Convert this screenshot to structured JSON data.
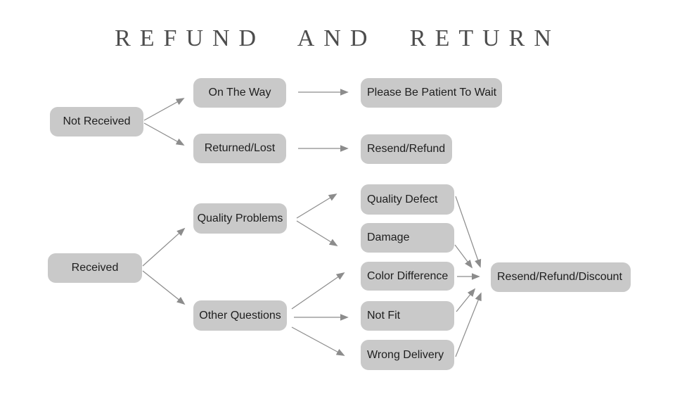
{
  "title": "REFUND AND RETURN",
  "colors": {
    "background": "#ffffff",
    "box_fill": "#c9c9c9",
    "box_text": "#1e1e1e",
    "arrow": "#8c8c8c",
    "title_text": "#4d4d4d"
  },
  "nodes": {
    "not_received": "Not Received",
    "received": "Received",
    "on_the_way": "On The Way",
    "returned_lost": "Returned/Lost",
    "quality_problems": "Quality Problems",
    "other_questions": "Other Questions",
    "please_be_patient": "Please Be Patient To Wait",
    "resend_refund": "Resend/Refund",
    "quality_defect": "Quality Defect",
    "damage": "Damage",
    "color_difference": "Color Difference",
    "not_fit": "Not Fit",
    "wrong_delivery": "Wrong Delivery",
    "resend_refund_discount": "Resend/Refund/Discount"
  },
  "edges": [
    {
      "from": "Not Received",
      "to": "On The Way"
    },
    {
      "from": "Not Received",
      "to": "Returned/Lost"
    },
    {
      "from": "On The Way",
      "to": "Please Be Patient To Wait"
    },
    {
      "from": "Returned/Lost",
      "to": "Resend/Refund"
    },
    {
      "from": "Received",
      "to": "Quality Problems"
    },
    {
      "from": "Received",
      "to": "Other Questions"
    },
    {
      "from": "Quality Problems",
      "to": "Quality Defect"
    },
    {
      "from": "Quality Problems",
      "to": "Damage"
    },
    {
      "from": "Other Questions",
      "to": "Color Difference"
    },
    {
      "from": "Other Questions",
      "to": "Not Fit"
    },
    {
      "from": "Other Questions",
      "to": "Wrong Delivery"
    },
    {
      "from": "Quality Defect",
      "to": "Resend/Refund/Discount"
    },
    {
      "from": "Damage",
      "to": "Resend/Refund/Discount"
    },
    {
      "from": "Color Difference",
      "to": "Resend/Refund/Discount"
    },
    {
      "from": "Not Fit",
      "to": "Resend/Refund/Discount"
    },
    {
      "from": "Wrong Delivery",
      "to": "Resend/Refund/Discount"
    }
  ]
}
